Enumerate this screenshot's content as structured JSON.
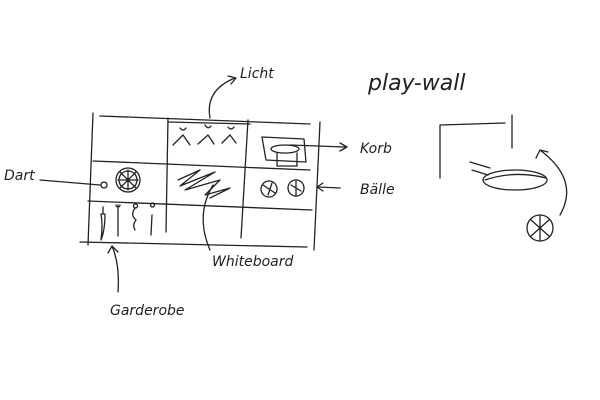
{
  "title": "play-wall",
  "labels": {
    "licht": "Licht",
    "korb": "Korb",
    "baelle": "Bälle",
    "dart": "Dart",
    "whiteboard": "Whiteboard",
    "garderobe": "Garderobe"
  },
  "colors": {
    "ink": "#222222",
    "background": "#ffffff"
  }
}
